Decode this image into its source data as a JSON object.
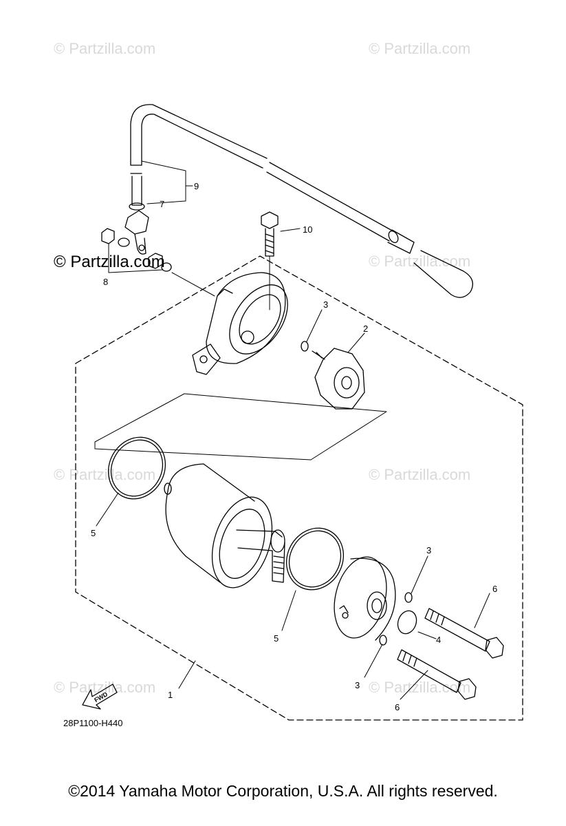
{
  "watermark": {
    "text": "© Partzilla.com"
  },
  "diagram": {
    "code": "28P1100-H440",
    "fwd_label": "FWD",
    "callouts": [
      "1",
      "2",
      "3",
      "3",
      "3",
      "4",
      "5",
      "5",
      "6",
      "6",
      "7",
      "8",
      "9",
      "10"
    ]
  },
  "footer": {
    "copyright": "©2014 Yamaha Motor Corporation, U.S.A. All rights reserved."
  },
  "colors": {
    "line": "#000000",
    "watermark": "#d9d9d9",
    "background": "#ffffff"
  }
}
